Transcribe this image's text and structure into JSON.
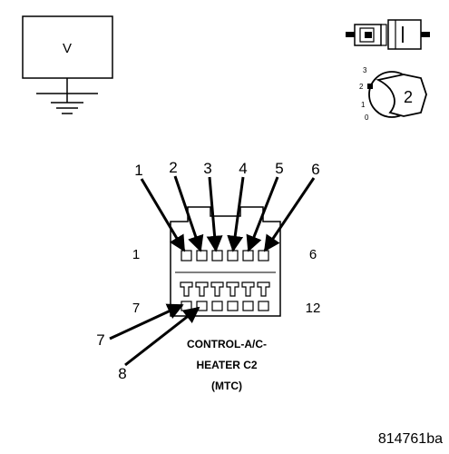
{
  "meter": {
    "label": "V"
  },
  "key_switch": {
    "positions": [
      "3",
      "2",
      "1",
      "0"
    ],
    "selected": "2"
  },
  "connector": {
    "name_line1": "CONTROL-A/C-",
    "name_line2": "HEATER C2",
    "name_line3": "(MTC)",
    "row_labels": {
      "top_left": "1",
      "top_right": "6",
      "bottom_left": "7",
      "bottom_right": "12"
    },
    "callouts": [
      "1",
      "2",
      "3",
      "4",
      "5",
      "6",
      "7",
      "8"
    ]
  },
  "figure_id": "814761ba"
}
